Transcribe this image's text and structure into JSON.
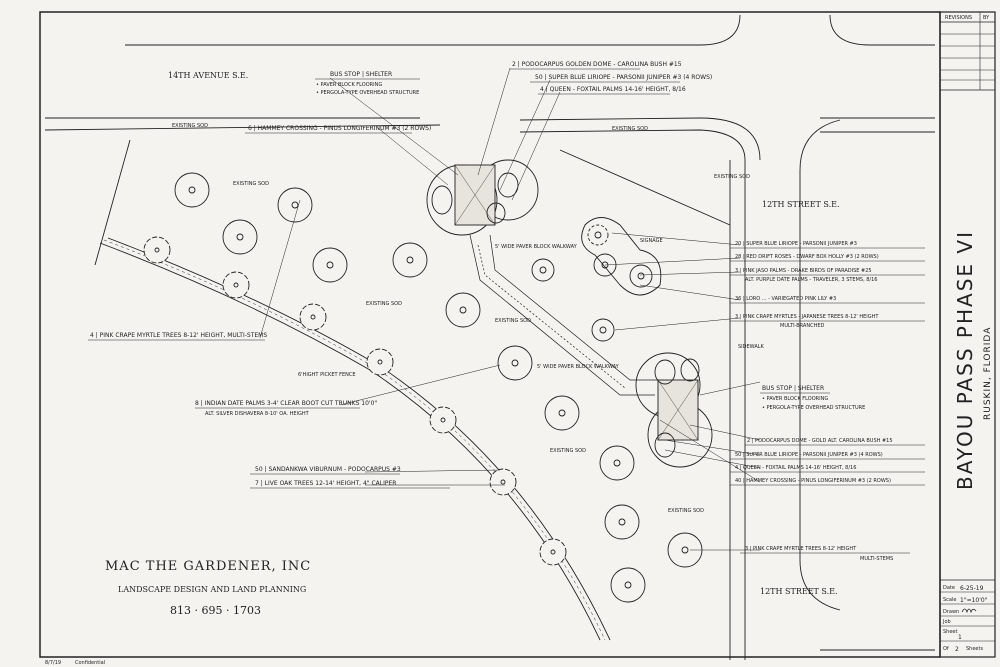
{
  "title_block": {
    "revisions_label": "REVISIONS",
    "by_label": "BY",
    "project_title": "BAYOU PASS PHASE VI",
    "location": "RUSKIN, FLORIDA",
    "date_label": "Date",
    "date_value": "6-25-19",
    "scale_label": "Scale",
    "scale_value": "1\"=10'0\"",
    "drawn_label": "Drawn",
    "job_label": "Job",
    "sheet_label": "Sheet",
    "sheet_value": "1",
    "of_label": "Of",
    "of_value": "2",
    "sheets_label": "Sheets"
  },
  "company": {
    "name": "MAC THE GARDENER, INC",
    "tagline": "LANDSCAPE DESIGN AND LAND PLANNING",
    "phone": "813 · 695 · 1703"
  },
  "streets": {
    "top": "14TH AVENUE S.E.",
    "right": "12TH STREET S.E.",
    "bottom": "12TH STREET S.E."
  },
  "area_labels": {
    "existing_sod_1": "EXISTING SOD",
    "existing_sod_2": "EXISTING SOD",
    "sod_center": "EXISTING SOD",
    "sod_mid": "EXISTING SOD",
    "sod_lower": "EXISTING SOD",
    "sod_right": "EXISTING SOD",
    "sod_bottom": "EXISTING SOD",
    "sod_top_right": "EXISTING SOD",
    "sidewalk": "SIDEWALK",
    "fence": "6'HIGHT PICKET FENCE",
    "walkway_1": "5' WIDE PAVER BLOCK WALKWAY",
    "walkway_2": "5' WIDE PAVER BLOCK WALKWAY",
    "signage": "SIGNAGE"
  },
  "callouts_left": [
    {
      "id": "bus-stop-1",
      "line1": "BUS STOP | SHELTER",
      "line2": "• PAVER BLOCK FLOORING",
      "line3": "• PERGOLA-TYPE OVERHEAD STRUCTURE"
    },
    {
      "id": "hammey",
      "line1": "6 | HAMMEY CROSSING - PINUS LONGIFERINUM  #3 (2 ROWS)"
    },
    {
      "id": "crape-left",
      "line1": "4 | PINK CRAPE MYRTLE TREES  8-12' HEIGHT, MULTI-STEMS"
    },
    {
      "id": "indian-date",
      "line1": "8 | INDIAN DATE PALMS  3-4' CLEAR BOOT CUT TRUNKS 10'0\"",
      "line2": "ALT. SILVER DISHAVERA  8-10' OA. HEIGHT"
    },
    {
      "id": "sandankwa",
      "line1": "50 | SANDANKWA VIBURNUM - PODOCARPUS  #3"
    },
    {
      "id": "live-oak",
      "line1": "7 | LIVE OAK TREES  12-14' HEIGHT, 4\" CALIPER"
    }
  ],
  "callouts_top": [
    {
      "id": "podocarpus-top",
      "line1": "2 | PODOCARPUS GOLDEN DOME - CAROLINA BUSH  #15"
    },
    {
      "id": "juniper-top",
      "line1": "50 | SUPER BLUE LIRIOPE - PARSONII JUNIPER  #3 (4 ROWS)"
    },
    {
      "id": "queen-top",
      "line1": "4 | QUEEN - FOXTAIL PALMS  14-16' HEIGHT, 8/16"
    }
  ],
  "callouts_right": [
    {
      "id": "r1",
      "line1": "20 | SUPER BLUE LIRIOPE - PARSONII JUNIPER  #3"
    },
    {
      "id": "r2",
      "line1": "28 | RED DRIFT ROSES - DWARF BOX HOLLY  #3 (2 ROWS)"
    },
    {
      "id": "r3",
      "line1": "3 | PINK JASO PALMS - DRAKE BIRDS OF PARADISE  #25",
      "line2": "ALT. PURPLE DATE PALMS - TRAVELER, 3 STEMS, 8/16"
    },
    {
      "id": "r4",
      "line1": "36 | LORO ... - VARIEGATED PINK LILY  #3"
    },
    {
      "id": "r5",
      "line1": "3 | PINK CRAPE MYRTLES - JAPANESE TREES  8-12' HEIGHT",
      "line2": "MULTI-BRANCHED"
    },
    {
      "id": "bus-stop-2",
      "line1": "BUS STOP | SHELTER",
      "line2": "• PAVER BLOCK FLOORING",
      "line3": "• PERGOLA-TYPE OVERHEAD STRUCTURE"
    },
    {
      "id": "r6",
      "line1": "2 | PODOCARPUS DOME - GOLD ALT. CAROLINA BUSH  #15"
    },
    {
      "id": "r7",
      "line1": "50 | SUPER BLUE LIRIOPE - PARSONII JUNIPER  #3 (4 ROWS)"
    },
    {
      "id": "r8",
      "line1": "4 | QUEEN - FOXTAIL PALMS  14-16' HEIGHT, 8/16"
    },
    {
      "id": "r9",
      "line1": "40 | HAMMEY CROSSING - PINUS LONGIFERINUM  #3 (2 ROWS)"
    },
    {
      "id": "r10",
      "line1": "3 | PINK CRAPE MYRTLE TREES  8-12' HEIGHT",
      "line2": "MULTI-STEMS"
    }
  ],
  "footer": {
    "left_code": "8/7/19",
    "left_code2": "Confidential"
  }
}
